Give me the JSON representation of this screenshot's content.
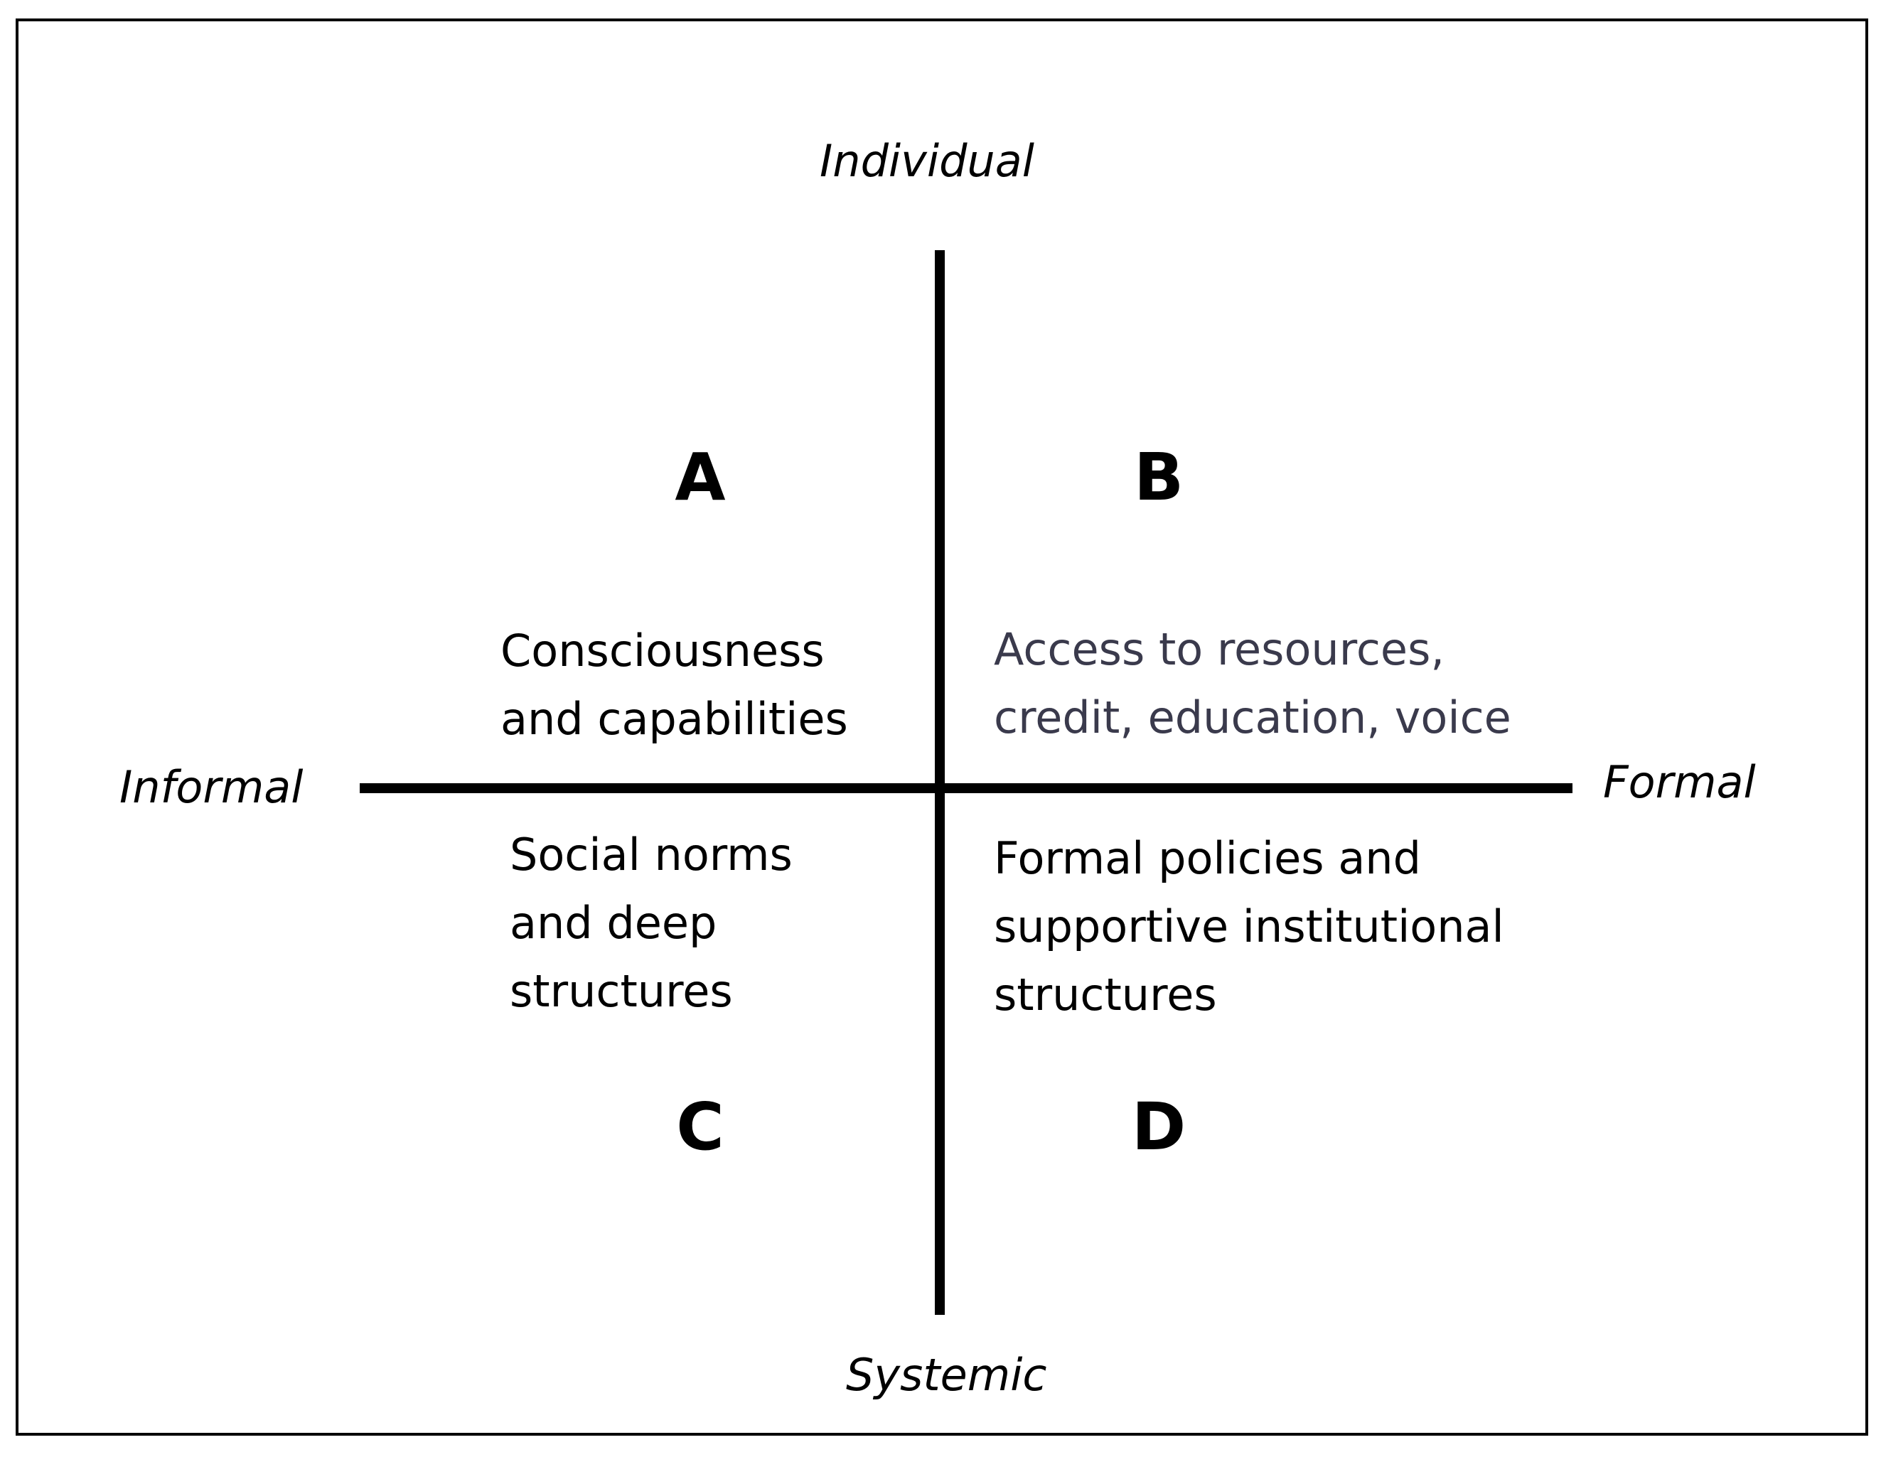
{
  "axes": {
    "top": "Individual",
    "bottom": "Systemic",
    "left": "Informal",
    "right": "Formal"
  },
  "quadrants": [
    {
      "letter": "A",
      "text": "Consciousness\nand capabilities",
      "color": "#000000"
    },
    {
      "letter": "B",
      "text": "Access to resources,\ncredit, education, voice",
      "color": "#3a3a4c"
    },
    {
      "letter": "C",
      "text": "Social norms\nand deep\nstructures",
      "color": "#000000"
    },
    {
      "letter": "D",
      "text": "Formal policies and\nsupportive institutional\nstructures",
      "color": "#000000"
    }
  ]
}
